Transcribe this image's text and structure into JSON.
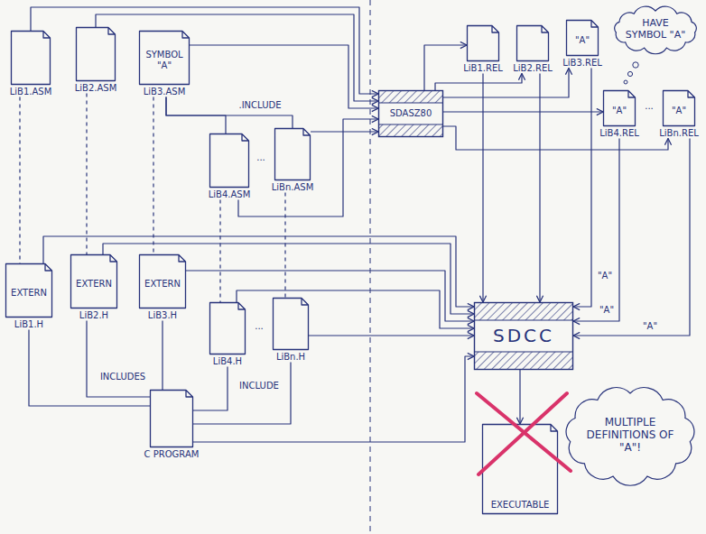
{
  "diagram": {
    "nodes": [
      {
        "text": [
          "LiB1.ASM"
        ]
      },
      {
        "text": [
          "LiB2.ASM"
        ]
      },
      {
        "text": [
          "SYMBOL \"A\"",
          "LiB3.ASM"
        ]
      },
      {
        "text": [
          "LiB4.ASM"
        ]
      },
      {
        "text": [
          "LiBn.ASM"
        ]
      },
      {
        "text": [
          "SDASZ80"
        ]
      },
      {
        "text": [
          "LiB1.REL"
        ]
      },
      {
        "text": [
          "LiB2.REL"
        ]
      },
      {
        "text": [
          "\"A\"",
          "LiB3.REL"
        ]
      },
      {
        "text": [
          "HAVE SYMBOL \"A\""
        ]
      },
      {
        "text": [
          "\"A\"",
          "LiB4.REL"
        ]
      },
      {
        "text": [
          "\"A\"",
          "LiBn.REL"
        ]
      },
      {
        "text": [
          "EXTERN",
          "LiB1.H"
        ]
      },
      {
        "text": [
          "EXTERN",
          "LiB2.H"
        ]
      },
      {
        "text": [
          "EXTERN",
          "LiB3.H"
        ]
      },
      {
        "text": [
          "LiB4.H"
        ]
      },
      {
        "text": [
          "LiBn.H"
        ]
      },
      {
        "text": [
          "SDCC"
        ]
      },
      {
        "text": [
          "C PROGRAM"
        ]
      },
      {
        "text": [
          "EXECUTABLE"
        ]
      },
      {
        "text": [
          "MULTIPLE DEFINITIONS OF \"A\"!"
        ]
      }
    ],
    "edges": [
      {
        "from": 0,
        "to": 5,
        "arrow": "to"
      },
      {
        "from": 1,
        "to": 5,
        "arrow": "to"
      },
      {
        "from": 2,
        "to": 5,
        "arrow": "to"
      },
      {
        "from": 3,
        "to": 5,
        "arrow": "to"
      },
      {
        "from": 4,
        "to": 5,
        "arrow": "to"
      },
      {
        "from": 2,
        "to": 3,
        "arrow": "none"
      },
      {
        "from": 2,
        "to": 4,
        "arrow": "none"
      },
      {
        "from": 5,
        "to": 6,
        "arrow": "to"
      },
      {
        "from": 5,
        "to": 7,
        "arrow": "to"
      },
      {
        "from": 5,
        "to": 8,
        "arrow": "to"
      },
      {
        "from": 5,
        "to": 10,
        "arrow": "to"
      },
      {
        "from": 5,
        "to": 11,
        "arrow": "to"
      },
      {
        "from": 6,
        "to": 17,
        "arrow": "to"
      },
      {
        "from": 7,
        "to": 17,
        "arrow": "to"
      },
      {
        "from": 8,
        "to": 17,
        "arrow": "to",
        "label": "\"A\""
      },
      {
        "from": 10,
        "to": 17,
        "arrow": "to",
        "label": "\"A\""
      },
      {
        "from": 11,
        "to": 17,
        "arrow": "to",
        "label": "\"A\""
      },
      {
        "from": 0,
        "to": 12,
        "arrow": "none"
      },
      {
        "from": 1,
        "to": 13,
        "arrow": "none"
      },
      {
        "from": 2,
        "to": 14,
        "arrow": "none"
      },
      {
        "from": 3,
        "to": 15,
        "arrow": "none"
      },
      {
        "from": 4,
        "to": 16,
        "arrow": "none"
      },
      {
        "from": 12,
        "to": 18,
        "arrow": "none"
      },
      {
        "from": 13,
        "to": 18,
        "arrow": "none"
      },
      {
        "from": 14,
        "to": 18,
        "arrow": "none"
      },
      {
        "from": 15,
        "to": 18,
        "arrow": "none"
      },
      {
        "from": 16,
        "to": 18,
        "arrow": "none"
      },
      {
        "from": 12,
        "to": 17,
        "arrow": "to"
      },
      {
        "from": 13,
        "to": 17,
        "arrow": "to"
      },
      {
        "from": 14,
        "to": 17,
        "arrow": "to"
      },
      {
        "from": 15,
        "to": 17,
        "arrow": "to"
      },
      {
        "from": 16,
        "to": 17,
        "arrow": "to"
      },
      {
        "from": 18,
        "to": 17,
        "arrow": "to"
      },
      {
        "from": 17,
        "to": 19,
        "arrow": "to"
      }
    ],
    "labels": [
      ".INCLUDE",
      "...",
      "...",
      "...",
      "INCLUDES",
      "INCLUDE"
    ]
  }
}
